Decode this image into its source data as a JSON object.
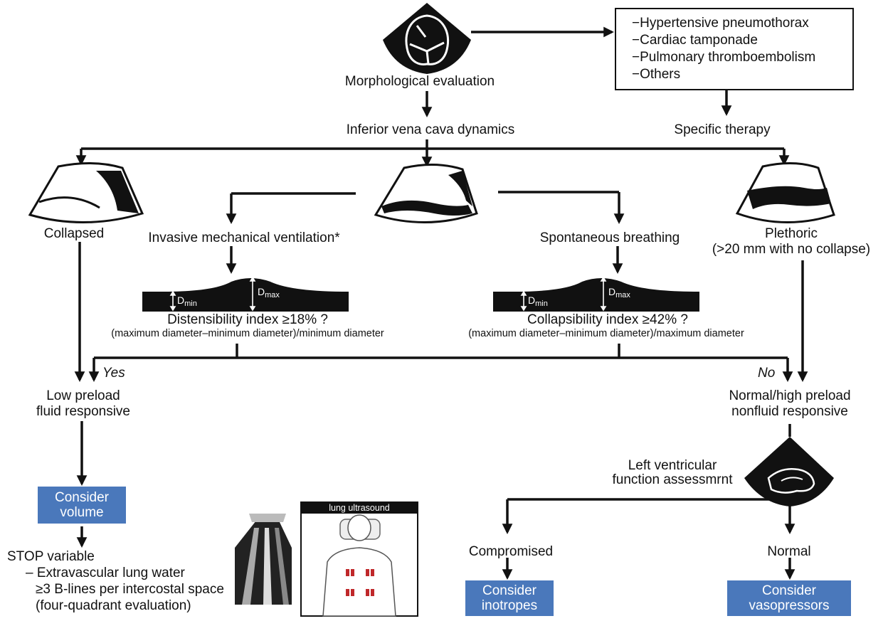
{
  "top": {
    "morphological": "Morphological evaluation",
    "ivc_dynamics": "Inferior vena cava dynamics",
    "specific_therapy": "Specific therapy"
  },
  "differentials": [
    "−Hypertensive pneumothorax",
    "−Cardiac tamponade",
    "−Pulmonary thromboembolism",
    "−Others"
  ],
  "ivc_states": {
    "collapsed": "Collapsed",
    "plethoric_line1": "Plethoric",
    "plethoric_line2": "(>20 mm with no collapse)"
  },
  "branches": {
    "ventilation": "Invasive mechanical ventilation*",
    "spontaneous": "Spontaneous breathing"
  },
  "diameters": {
    "d": "D",
    "min": "min",
    "max": "max"
  },
  "indices": {
    "distensibility": "Distensibility index ≥18% ?",
    "distensibility_formula": "(maximum diameter–minimum diameter)/minimum diameter",
    "collapsibility": "Collapsibility index ≥42% ?",
    "collapsibility_formula": "(maximum diameter–minimum diameter)/maximum diameter"
  },
  "decision": {
    "yes": "Yes",
    "no": "No"
  },
  "outcomes": {
    "low_preload_1": "Low preload",
    "low_preload_2": "fluid responsive",
    "normal_preload_1": "Normal/high preload",
    "normal_preload_2": "nonfluid responsive",
    "lv_assessment_1": "Left ventricular",
    "lv_assessment_2": "function assessmrnt",
    "compromised": "Compromised",
    "normal": "Normal"
  },
  "actions": {
    "volume_1": "Consider",
    "volume_2": "volume",
    "inotropes_1": "Consider",
    "inotropes_2": "inotropes",
    "vasopressors_1": "Consider",
    "vasopressors_2": "vasopressors"
  },
  "stop": {
    "title": "STOP variable",
    "line1": "– Extravascular lung water",
    "line2": "≥3 B-lines per intercostal space",
    "line3": "(four-quadrant evaluation)"
  },
  "lung_ultrasound": "lung ultrasound",
  "colors": {
    "action_box": "#4a78bb",
    "line": "#111111",
    "b_lines": "#c0282a"
  }
}
